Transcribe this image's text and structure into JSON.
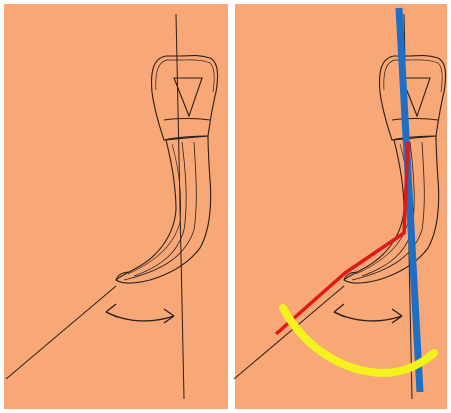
{
  "panels": [
    {
      "id": "original-sketch",
      "overlay": false
    },
    {
      "id": "annotated-sketch",
      "overlay": true
    }
  ],
  "colors": {
    "background": "#f7a876",
    "frame": "#ffffff",
    "ink": "#2a1f1a",
    "axis_line": "#1f6fc4",
    "bent_line": "#e01818",
    "arc": "#f3f21a"
  },
  "drawing": {
    "subject": "curved-tooth-sketch",
    "motion_indicator": "double-headed-curved-arrow"
  }
}
